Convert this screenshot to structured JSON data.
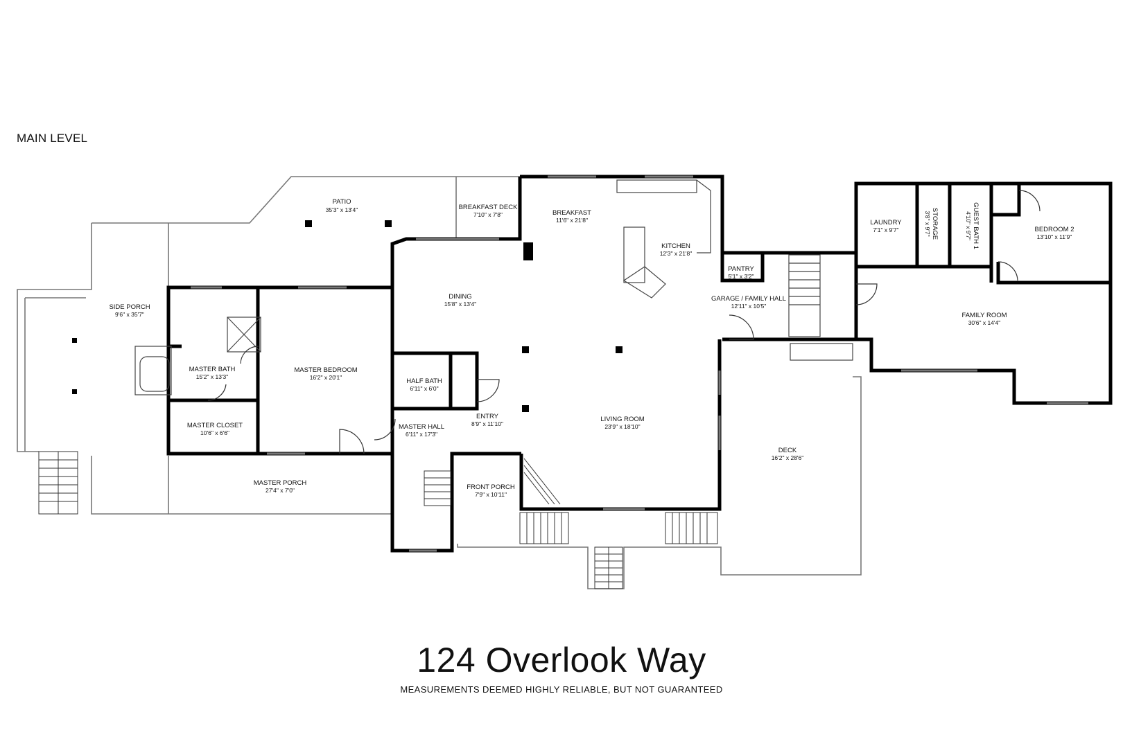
{
  "level_label": "MAIN LEVEL",
  "address": "124 Overlook Way",
  "disclaimer": "MEASUREMENTS DEEMED HIGHLY RELIABLE, BUT NOT GUARANTEED",
  "colors": {
    "wall": "#000000",
    "thin_line": "#888888",
    "background": "#ffffff"
  },
  "rooms": {
    "patio": {
      "name": "PATIO",
      "dims": "35'3\" x 13'4\""
    },
    "breakfast_deck": {
      "name": "BREAKFAST DECK",
      "dims": "7'10\" x 7'8\""
    },
    "breakfast": {
      "name": "BREAKFAST",
      "dims": "11'6\" x 21'8\""
    },
    "kitchen": {
      "name": "KITCHEN",
      "dims": "12'3\" x 21'8\""
    },
    "pantry": {
      "name": "PANTRY",
      "dims": "5'1\" x 3'2\""
    },
    "garage_family_hall": {
      "name": "GARAGE / FAMILY HALL",
      "dims": "12'11\" x 10'5\""
    },
    "laundry": {
      "name": "LAUNDRY",
      "dims": "7'1\" x 9'7\""
    },
    "storage": {
      "name": "STORAGE",
      "dims": "3'8\" x 9'7\""
    },
    "guest_bath_1": {
      "name": "GUEST BATH 1",
      "dims": "4'10\" x 9'7\""
    },
    "bedroom_2": {
      "name": "BEDROOM 2",
      "dims": "13'10\" x 11'9\""
    },
    "family_room": {
      "name": "FAMILY ROOM",
      "dims": "30'6\" x 14'4\""
    },
    "side_porch": {
      "name": "SIDE PORCH",
      "dims": "9'6\" x 35'7\""
    },
    "master_bath": {
      "name": "MASTER BATH",
      "dims": "15'2\" x 13'3\""
    },
    "master_bedroom": {
      "name": "MASTER BEDROOM",
      "dims": "16'2\" x 20'1\""
    },
    "dining": {
      "name": "DINING",
      "dims": "15'8\" x 13'4\""
    },
    "half_bath": {
      "name": "HALF BATH",
      "dims": "6'11\" x 6'0\""
    },
    "master_closet": {
      "name": "MASTER CLOSET",
      "dims": "10'6\" x 6'6\""
    },
    "master_hall": {
      "name": "MASTER HALL",
      "dims": "6'11\" x 17'3\""
    },
    "entry": {
      "name": "ENTRY",
      "dims": "8'9\" x 11'10\""
    },
    "living_room": {
      "name": "LIVING ROOM",
      "dims": "23'9\" x 18'10\""
    },
    "deck": {
      "name": "DECK",
      "dims": "16'2\" x 28'6\""
    },
    "master_porch": {
      "name": "MASTER PORCH",
      "dims": "27'4\" x 7'0\""
    },
    "front_porch": {
      "name": "FRONT PORCH",
      "dims": "7'9\" x 10'11\""
    }
  }
}
